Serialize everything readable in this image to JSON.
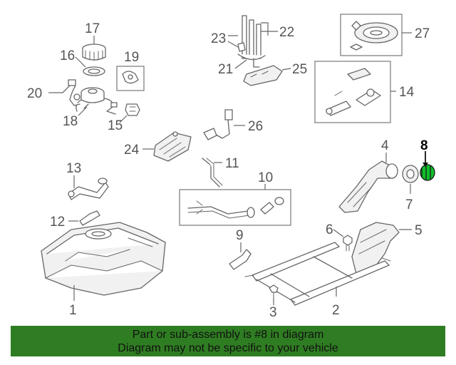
{
  "diagram": {
    "callouts": [
      "1",
      "2",
      "3",
      "4",
      "5",
      "6",
      "7",
      "8",
      "9",
      "10",
      "11",
      "12",
      "13",
      "14",
      "15",
      "16",
      "17",
      "18",
      "19",
      "20",
      "21",
      "22",
      "23",
      "24",
      "25",
      "26",
      "27"
    ],
    "highlighted_callout": "8",
    "highlight_color": "#0fbf2a"
  },
  "banner": {
    "line1": "Part or sub-assembly is #8 in diagram",
    "line2": "Diagram may not be specific to your vehicle",
    "background": "#2f7d22"
  }
}
